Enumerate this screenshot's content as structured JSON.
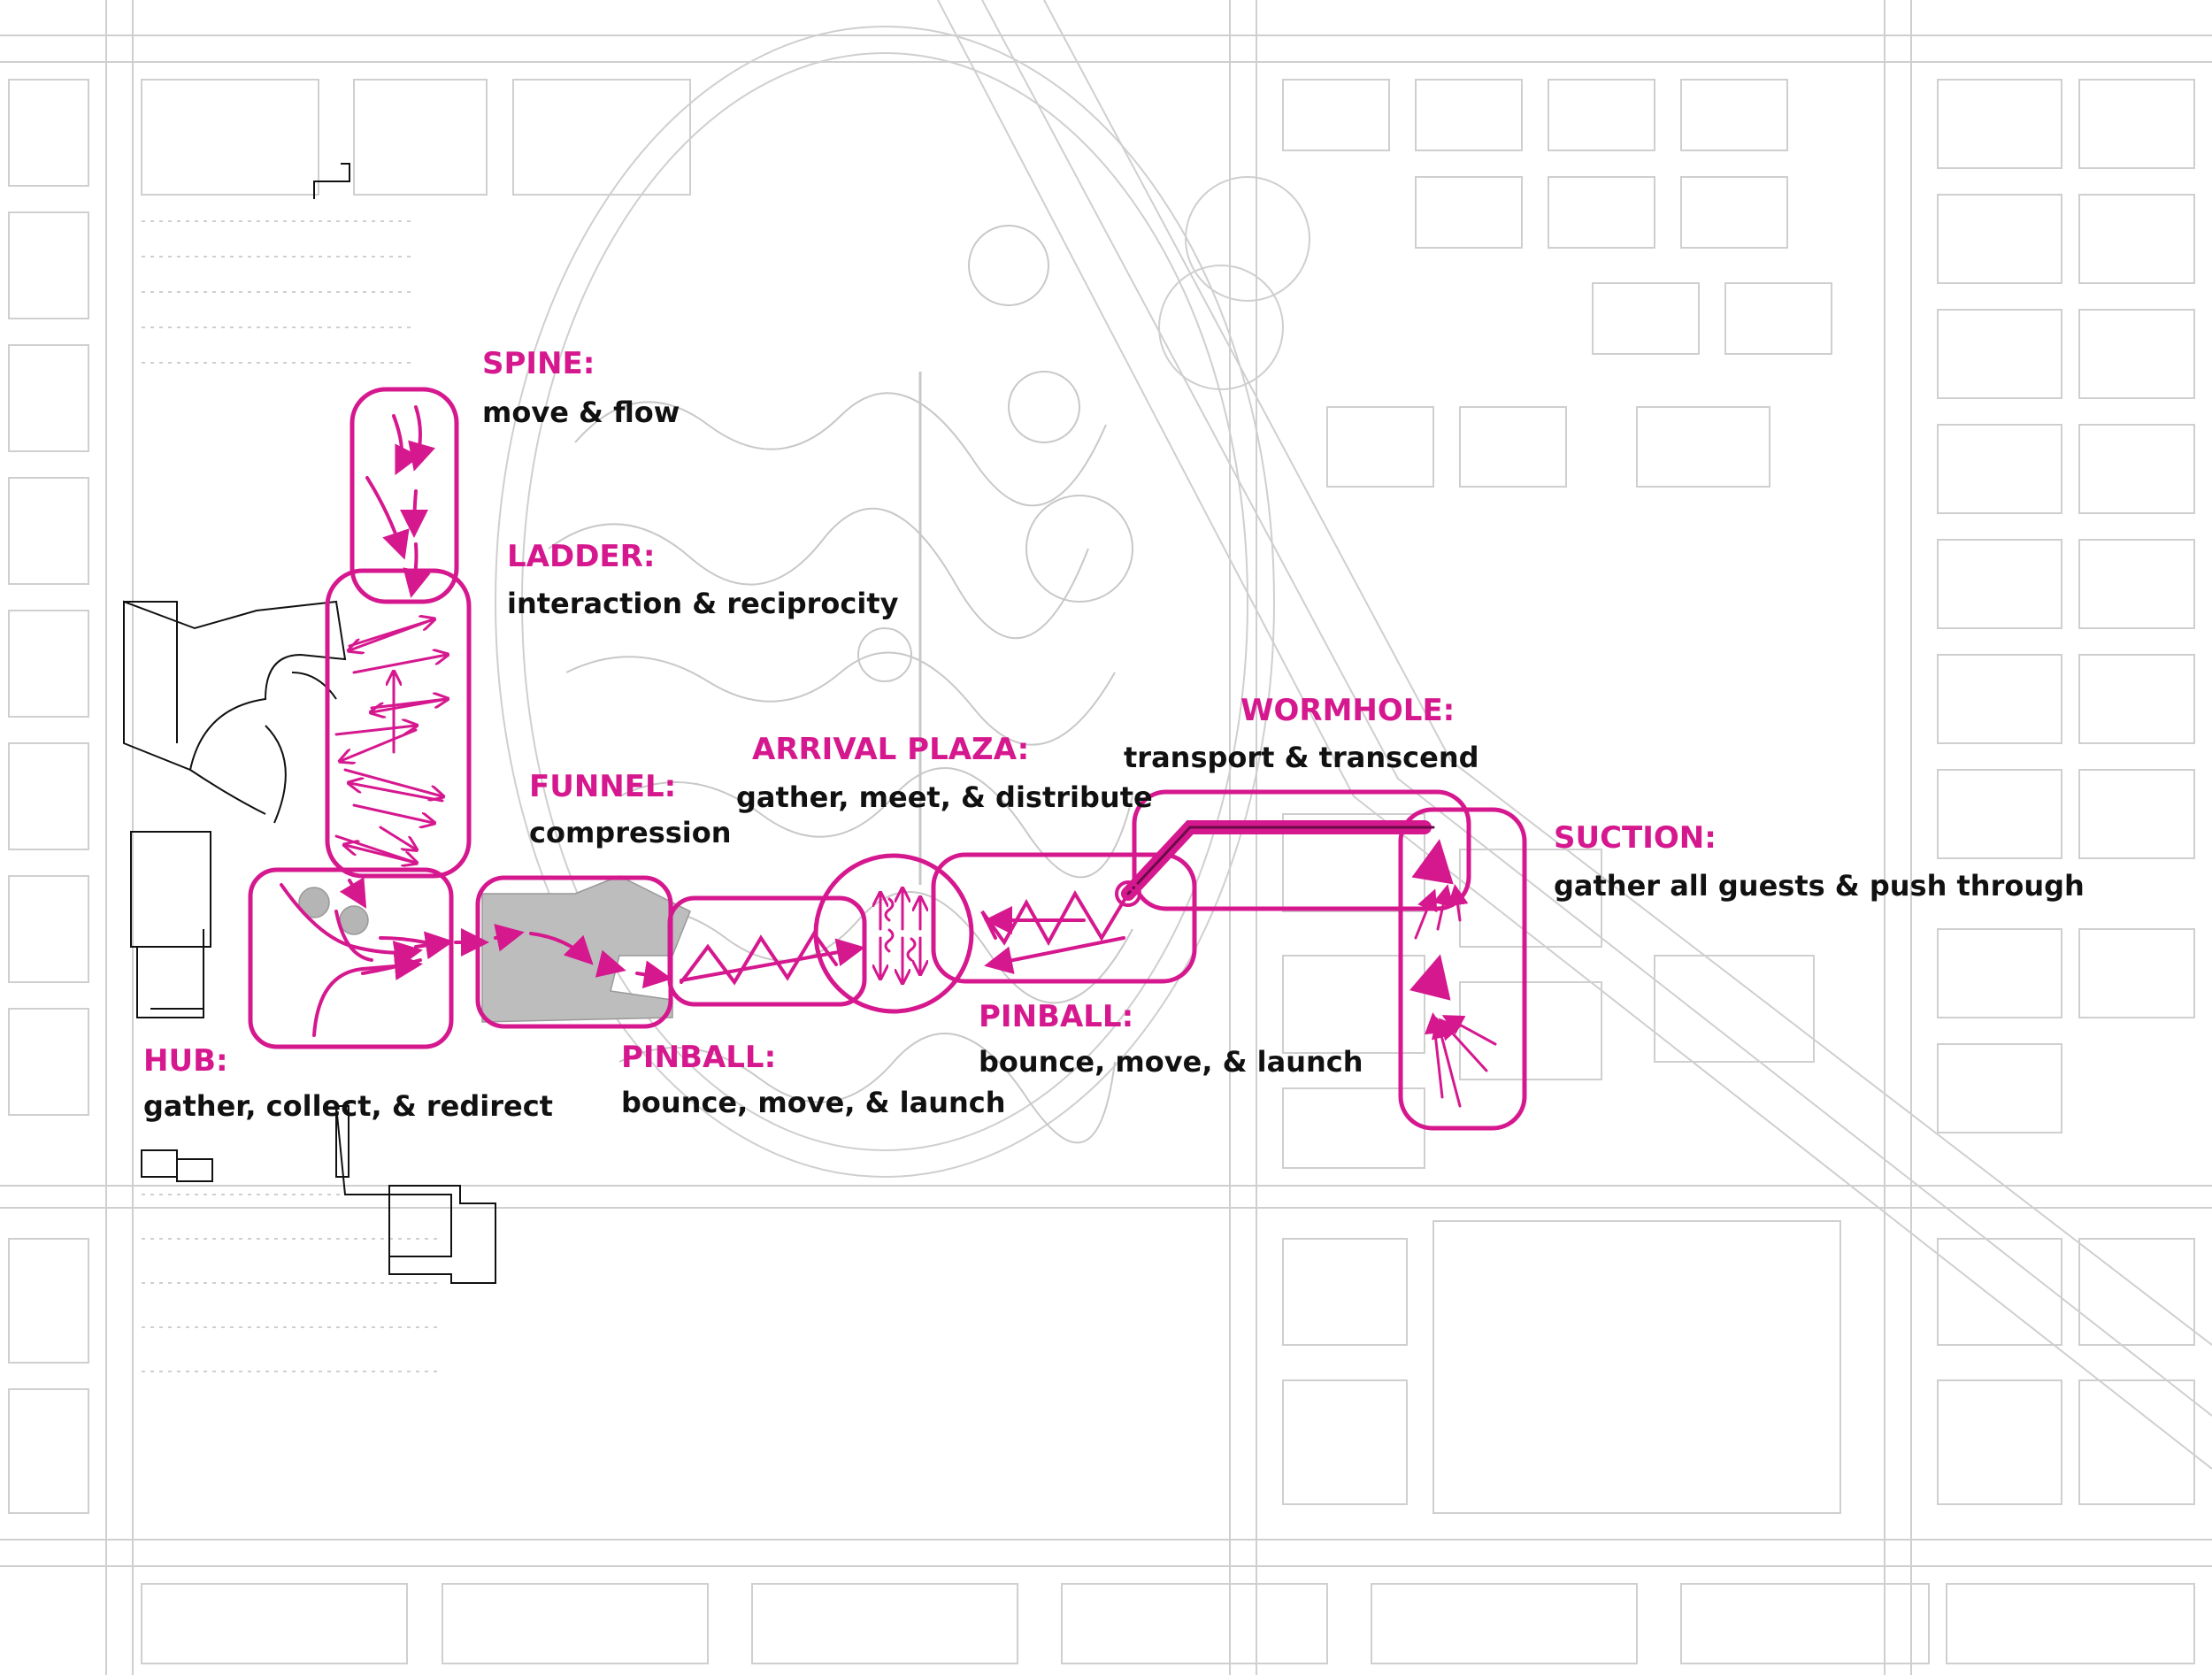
{
  "colors": {
    "accent": "#d6188f",
    "base": "#cfcfcf",
    "ink": "#111111",
    "shade": "#bdbdbd"
  },
  "zones": {
    "spine": {
      "title": "SPINE:",
      "desc": "move & flow"
    },
    "ladder": {
      "title": "LADDER:",
      "desc": "interaction & reciprocity"
    },
    "funnel": {
      "title": "FUNNEL:",
      "desc": "compression"
    },
    "arrival": {
      "title": "ARRIVAL PLAZA:",
      "desc": "gather, meet, & distribute"
    },
    "wormhole": {
      "title": "WORMHOLE:",
      "desc": "transport & transcend"
    },
    "suction": {
      "title": "SUCTION:",
      "desc": "gather all guests & push through"
    },
    "hub": {
      "title": "HUB:",
      "desc": "gather, collect, & redirect"
    },
    "pinball1": {
      "title": "PINBALL:",
      "desc": "bounce, move, & launch"
    },
    "pinball2": {
      "title": "PINBALL:",
      "desc": "bounce, move, & launch"
    }
  }
}
